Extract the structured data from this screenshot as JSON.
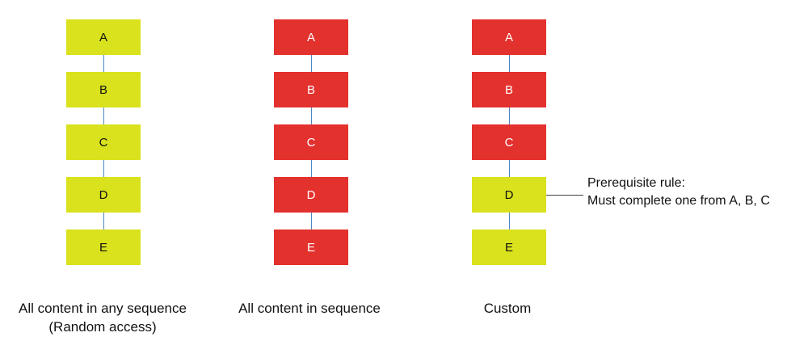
{
  "colors": {
    "green_fill": "#d9e21c",
    "red_fill": "#e3312e",
    "connector": "#4f86c6",
    "leader": "#444444"
  },
  "columns": [
    {
      "id": "random",
      "nodes": [
        {
          "label": "A",
          "fill": "green"
        },
        {
          "label": "B",
          "fill": "green"
        },
        {
          "label": "C",
          "fill": "green"
        },
        {
          "label": "D",
          "fill": "green"
        },
        {
          "label": "E",
          "fill": "green"
        }
      ],
      "caption": [
        "All content in any sequence",
        "(Random access)"
      ]
    },
    {
      "id": "sequence",
      "nodes": [
        {
          "label": "A",
          "fill": "red"
        },
        {
          "label": "B",
          "fill": "red"
        },
        {
          "label": "C",
          "fill": "red"
        },
        {
          "label": "D",
          "fill": "red"
        },
        {
          "label": "E",
          "fill": "red"
        }
      ],
      "caption": [
        "All content in sequence"
      ]
    },
    {
      "id": "custom",
      "nodes": [
        {
          "label": "A",
          "fill": "red"
        },
        {
          "label": "B",
          "fill": "red"
        },
        {
          "label": "C",
          "fill": "red"
        },
        {
          "label": "D",
          "fill": "green"
        },
        {
          "label": "E",
          "fill": "green"
        }
      ],
      "caption": [
        "Custom"
      ]
    }
  ],
  "annotation": {
    "target_column": "custom",
    "target_node": "D",
    "lines": [
      "Prerequisite rule:",
      "Must complete one from A, B, C"
    ]
  }
}
